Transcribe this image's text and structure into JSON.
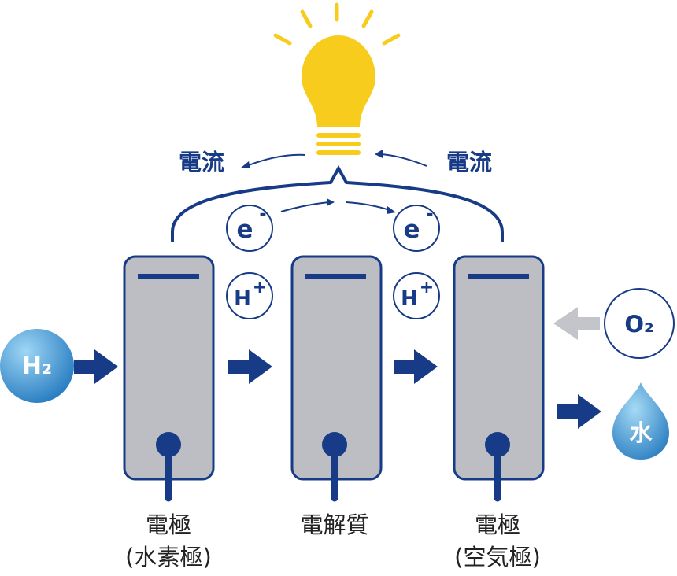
{
  "current_left": "電流",
  "current_right": "電流",
  "electron_1": "e",
  "electron_2": "e",
  "electron_sup": "-",
  "proton_1": "H",
  "proton_2": "H",
  "proton_sup": "+",
  "hydrogen": "H₂",
  "oxygen": "O₂",
  "water": "水",
  "anode": {
    "line1": "電極",
    "line2": "(水素極)"
  },
  "electrolyte": {
    "line1": "電解質"
  },
  "cathode": {
    "line1": "電極",
    "line2": "(空気極)"
  },
  "colors": {
    "navy": "#173b86",
    "plate_fill": "#bcbec3",
    "bulb": "#f7cc1d",
    "arrow_gray": "#c3c5ca",
    "drop_light": "#8ecdf0",
    "drop_dark": "#1f76bd"
  }
}
